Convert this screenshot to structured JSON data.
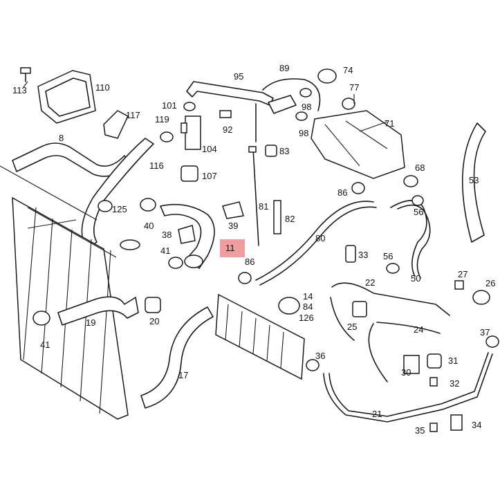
{
  "diagram": {
    "highlight_label": "11",
    "callouts": [
      "113",
      "110",
      "117",
      "8",
      "116",
      "125",
      "40",
      "38",
      "41",
      "119",
      "101",
      "92",
      "95",
      "104",
      "107",
      "39",
      "81",
      "82",
      "83",
      "89",
      "98",
      "98",
      "74",
      "77",
      "71",
      "68",
      "86",
      "56",
      "53",
      "80",
      "33",
      "56",
      "50",
      "86",
      "14",
      "84",
      "126",
      "22",
      "27",
      "26",
      "25",
      "24",
      "37",
      "31",
      "30",
      "32",
      "21",
      "35",
      "34",
      "36",
      "19",
      "20",
      "17",
      "41"
    ]
  }
}
